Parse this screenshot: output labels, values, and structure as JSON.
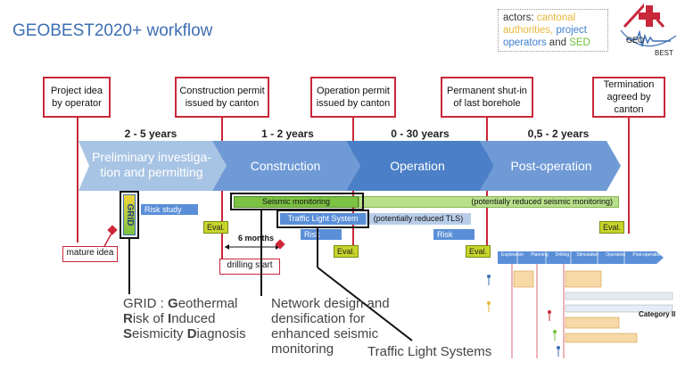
{
  "title": "GEOBEST2020+ workflow",
  "actors": {
    "actors_label": "actors:",
    "cantonal": "cantonal authorities,",
    "project": "project operators",
    "and": "and",
    "sed": "SED"
  },
  "logo": {
    "line1": "GEO",
    "line2": "BEST"
  },
  "milestones": [
    {
      "label": "Project idea by operator"
    },
    {
      "label": "Construction permit issued by canton"
    },
    {
      "label": "Operation permit issued by canton"
    },
    {
      "label": "Permanent shut-in of last borehole"
    },
    {
      "label": "Termination agreed by canton"
    }
  ],
  "durations": [
    "2 - 5 years",
    "1 - 2 years",
    "0 - 30 years",
    "0,5 - 2 years"
  ],
  "phases": [
    "Preliminary investiga-tion and permitting",
    "Construction",
    "Operation",
    "Post-operation"
  ],
  "bars": {
    "seismic": "Seismic monitoring",
    "seismic_reduced": "(potentially reduced seismic monitoring)",
    "tls": "Traffic Light System",
    "tls_reduced": "(potentially reduced TLS)",
    "risk_study": "Risk study",
    "risk_update_1": "Risk update",
    "risk_update_2": "Risk update",
    "grid": "GRID",
    "eval": "Eval.",
    "six_months": "6 months"
  },
  "lower_boxes": {
    "mature_idea": "mature idea",
    "drilling_start": "drilling start"
  },
  "annotations": {
    "grid_line1_a": "GRID : ",
    "grid_line1_b": "G",
    "grid_line1_c": "eothermal",
    "grid_line2_a": "R",
    "grid_line2_b": "isk of ",
    "grid_line2_c": "I",
    "grid_line2_d": "nduced",
    "grid_line3_a": "S",
    "grid_line3_b": "eismicity ",
    "grid_line3_c": "D",
    "grid_line3_d": "iagnosis",
    "network": "Network design and densification for enhanced seismic monitoring",
    "tls": "Traffic Light Systems"
  },
  "inset": {
    "phases": [
      "Exploration",
      "Planning",
      "Drilling",
      "Stimulation",
      "Operation",
      "Post-operation"
    ],
    "category": "Category II"
  }
}
